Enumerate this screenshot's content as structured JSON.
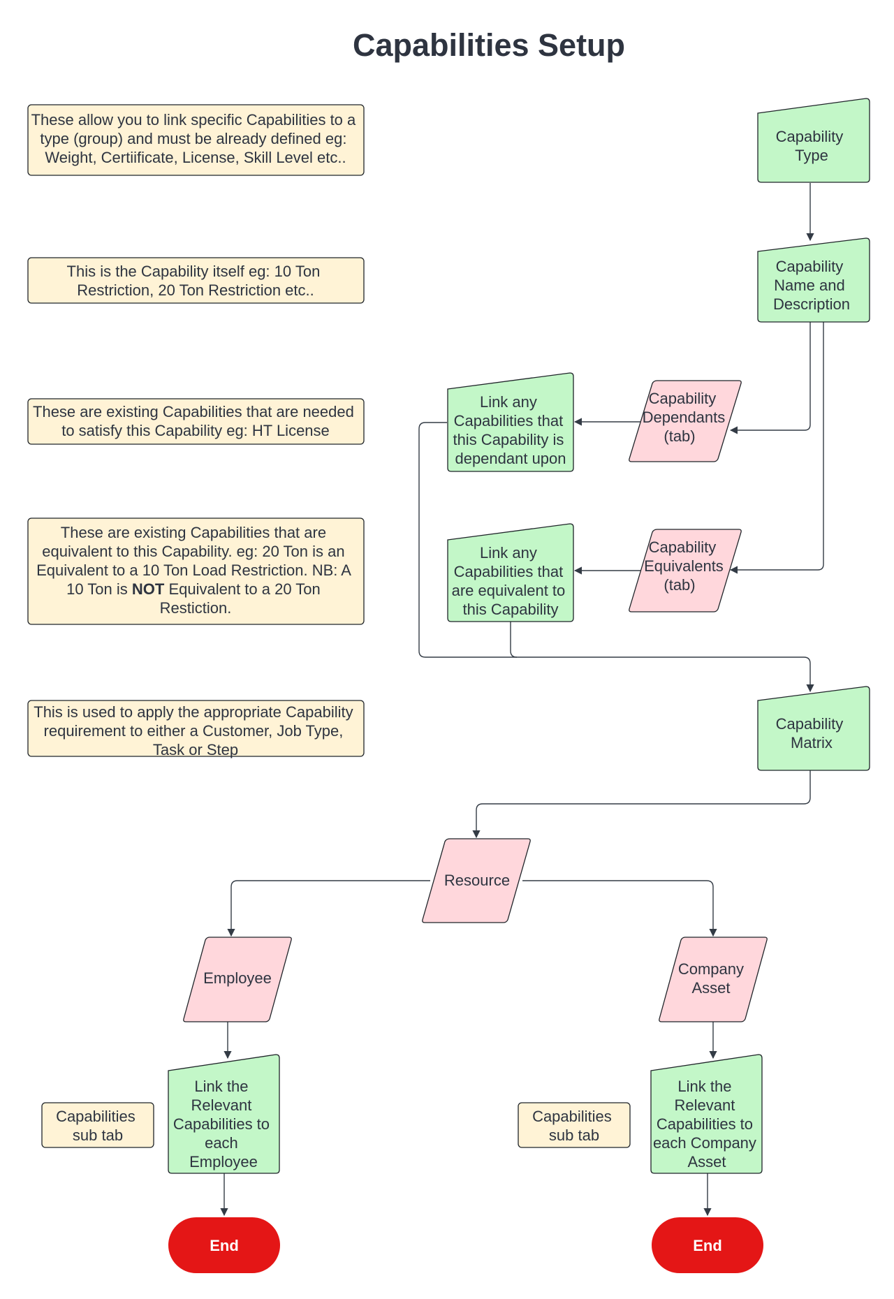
{
  "title": "Capabilities Setup",
  "notes": {
    "type_note": [
      "These allow you to link specific Capabilities to a",
      "type (group) and must be already defined eg:",
      "Weight, Certiificate, License, Skill Level etc.."
    ],
    "name_note": [
      "This is the Capability itself eg: 10 Ton",
      "Restriction, 20 Ton Restriction etc.."
    ],
    "dependants_note": [
      "These are existing Capabilities that are needed",
      "to satisfy this Capability eg: HT License"
    ],
    "equivalents_note": [
      "These are existing Capabilities that are",
      "equivalent to this Capability. eg: 20 Ton is an",
      "Equivalent to a 10 Ton Load Restriction. NB: A",
      "10 Ton is ",
      "NOT",
      " Equivalent to a 20 Ton",
      "Restiction."
    ],
    "matrix_note": [
      "This is used to apply the appropriate Capability",
      "requirement to either a Customer, Job Type,",
      "Task or Step"
    ],
    "employee_subtab": [
      "Capabilities",
      "sub tab"
    ],
    "asset_subtab": [
      "Capabilities",
      "sub tab"
    ]
  },
  "nodes": {
    "capability_type": [
      "Capability",
      "Type"
    ],
    "capability_name": [
      "Capability",
      "Name and",
      "Description"
    ],
    "capability_dependants": [
      "Capability",
      "Dependants",
      "(tab)"
    ],
    "link_dependants": [
      "Link any",
      "Capabilities that",
      "this Capability is",
      "dependant upon"
    ],
    "capability_equivalents": [
      "Capability",
      "Equivalents",
      "(tab)"
    ],
    "link_equivalents": [
      "Link any",
      "Capabilities that",
      "are equivalent to",
      "this Capability"
    ],
    "capability_matrix": [
      "Capability",
      "Matrix"
    ],
    "resource": "Resource",
    "employee": "Employee",
    "company_asset": [
      "Company",
      "Asset"
    ],
    "link_employee": [
      "Link the",
      "Relevant",
      "Capabilities to",
      "each",
      "Employee"
    ],
    "link_asset": [
      "Link the",
      "Relevant",
      "Capabilities to",
      "each Company",
      "Asset"
    ],
    "end_left": "End",
    "end_right": "End"
  },
  "colors": {
    "note_fill": "#fff3d6",
    "process_fill": "#c3f7c8",
    "io_fill": "#ffd7dc",
    "terminator_fill": "#e41616",
    "stroke": "#1f2429",
    "text": "#2e3440"
  }
}
